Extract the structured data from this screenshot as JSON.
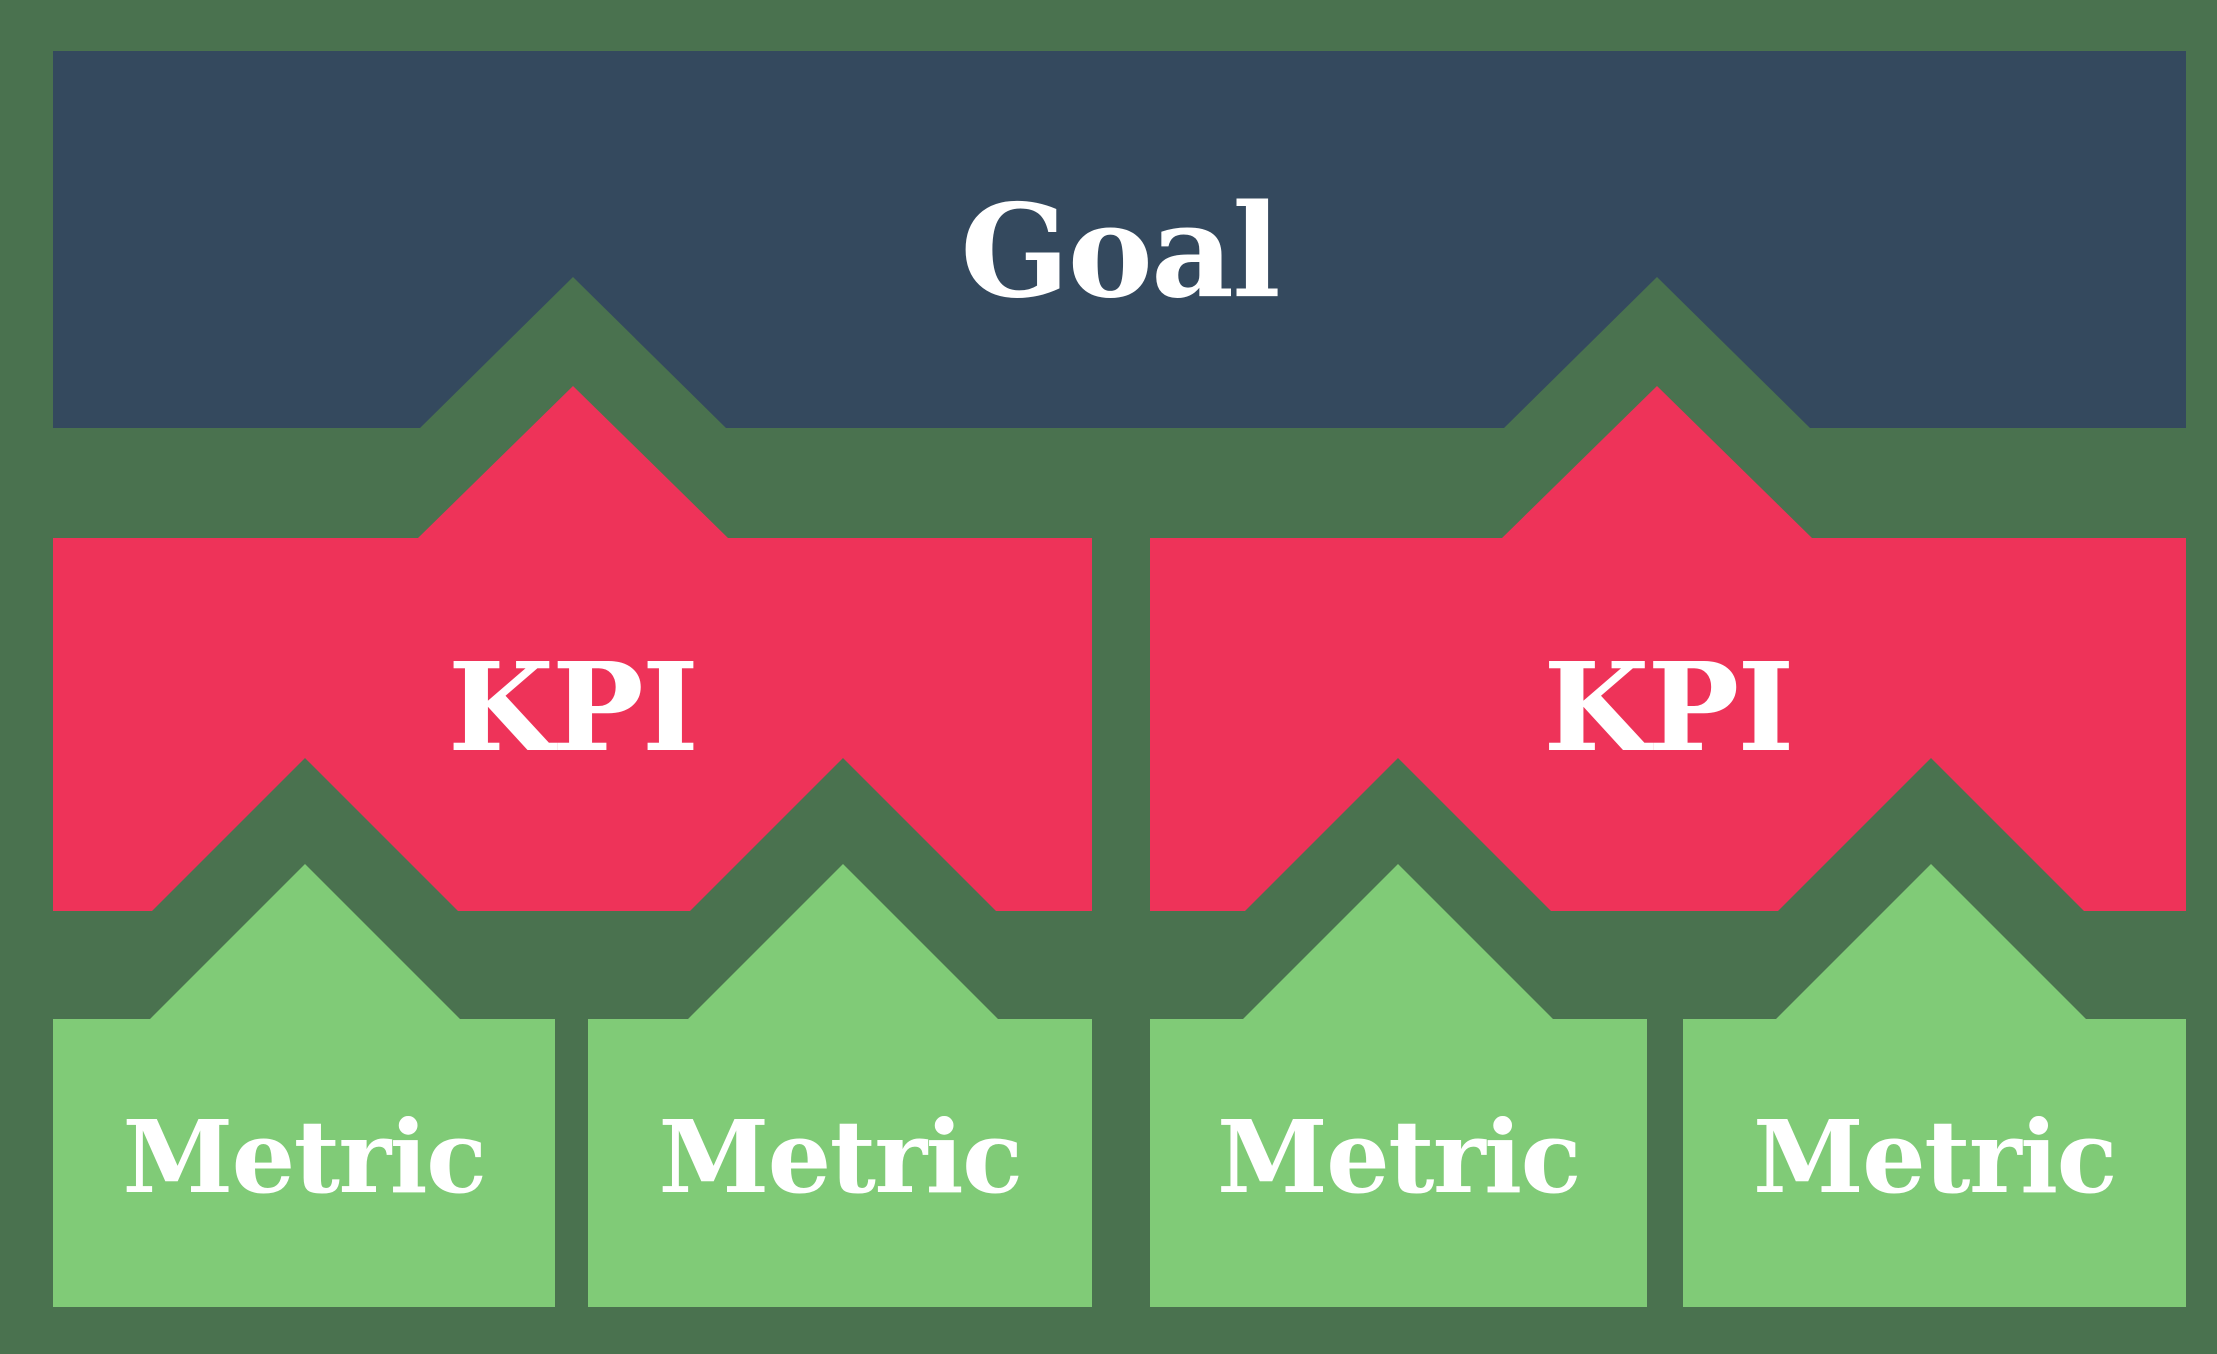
{
  "colors": {
    "background": "#4A724F",
    "goal": "#34495E",
    "kpi": "#EE3359",
    "metric": "#80CB77",
    "label": "#FFFFFF"
  },
  "diagram": {
    "arrow_direction": "up",
    "goal": {
      "label": "Goal"
    },
    "kpis": [
      {
        "label": "KPI",
        "metrics": [
          {
            "label": "Metric"
          },
          {
            "label": "Metric"
          }
        ]
      },
      {
        "label": "KPI",
        "metrics": [
          {
            "label": "Metric"
          },
          {
            "label": "Metric"
          }
        ]
      }
    ]
  }
}
